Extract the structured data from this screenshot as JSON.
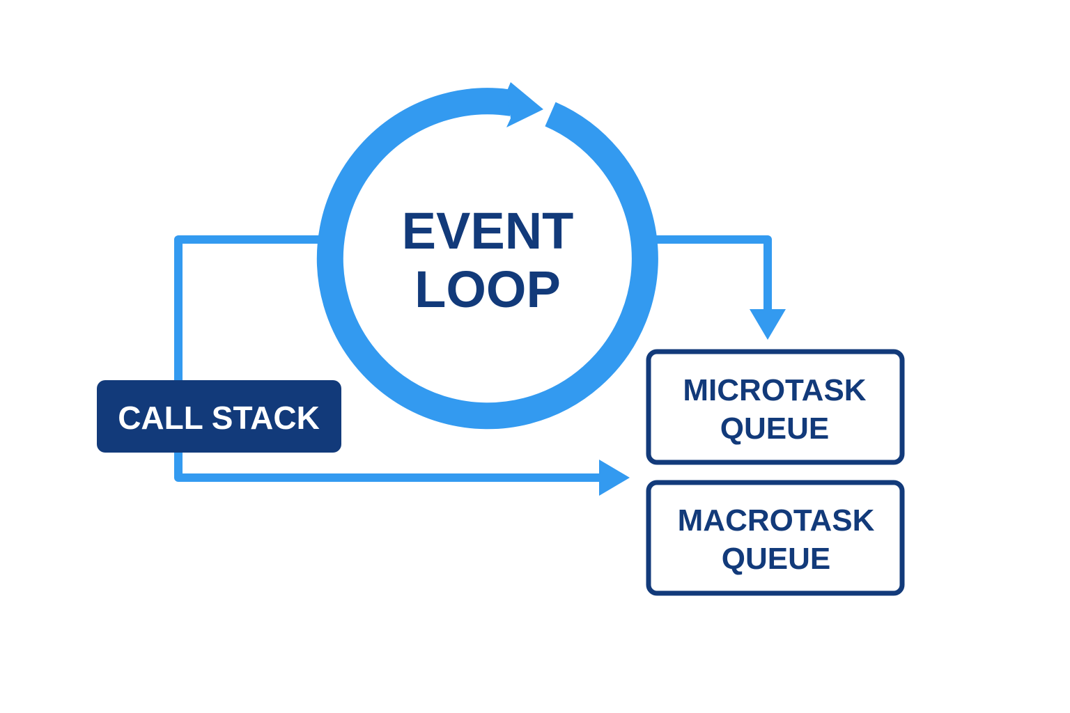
{
  "diagram": {
    "title": "Event Loop diagram",
    "colors": {
      "accent_blue": "#339af0",
      "navy": "#123a7a",
      "background": "#ffffff",
      "label_on_navy": "#ffffff"
    },
    "nodes": {
      "event_loop": {
        "line1": "EVENT",
        "line2": "LOOP",
        "shape": "circular-arrow-ring"
      },
      "call_stack": {
        "label": "CALL STACK",
        "shape": "filled-rounded-rect"
      },
      "microtask_queue": {
        "line1": "MICROTASK",
        "line2": "QUEUE",
        "shape": "outlined-rounded-rect"
      },
      "macrotask_queue": {
        "line1": "MACROTASK",
        "line2": "QUEUE",
        "shape": "outlined-rounded-rect"
      }
    },
    "edges": [
      {
        "from": "event_loop",
        "to": "microtask_queue",
        "style": "elbow-arrow-down"
      },
      {
        "from": "event_loop",
        "to": "call_stack",
        "style": "elbow-line"
      },
      {
        "from": "call_stack",
        "to": "macrotask_queue",
        "style": "elbow-arrow-right"
      }
    ]
  }
}
